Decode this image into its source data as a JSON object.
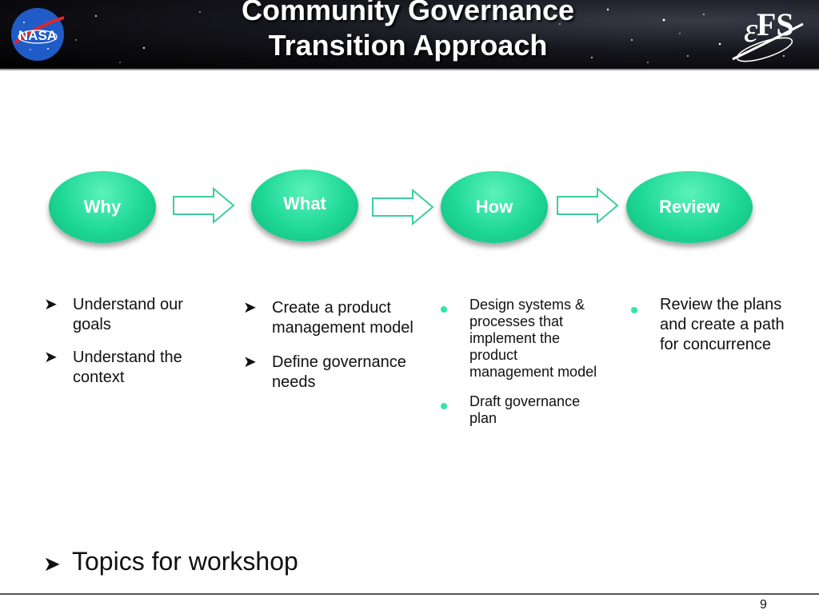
{
  "header": {
    "title_line1": "Community Governance",
    "title_line2": "Transition Approach",
    "logo_left": "NASA",
    "logo_right": "EFS"
  },
  "process": [
    {
      "label": "Why"
    },
    {
      "label": "What"
    },
    {
      "label": "How"
    },
    {
      "label": "Review"
    }
  ],
  "columns": {
    "why": [
      "Understand our goals",
      "Understand the context"
    ],
    "what": [
      "Create a product management model",
      "Define governance needs"
    ],
    "how": [
      "Design systems & processes that implement the product management model",
      "Draft governance plan"
    ],
    "review": [
      "Review the plans and create a path for concurrence"
    ]
  },
  "footer": {
    "workshop_label": "Topics for workshop",
    "page_number": "9"
  },
  "colors": {
    "oval": "#1ed898",
    "bullet_dot": "#2fe6a8",
    "arrow_fill": "#ffffff",
    "arrow_stroke": "#3ccf9a"
  }
}
